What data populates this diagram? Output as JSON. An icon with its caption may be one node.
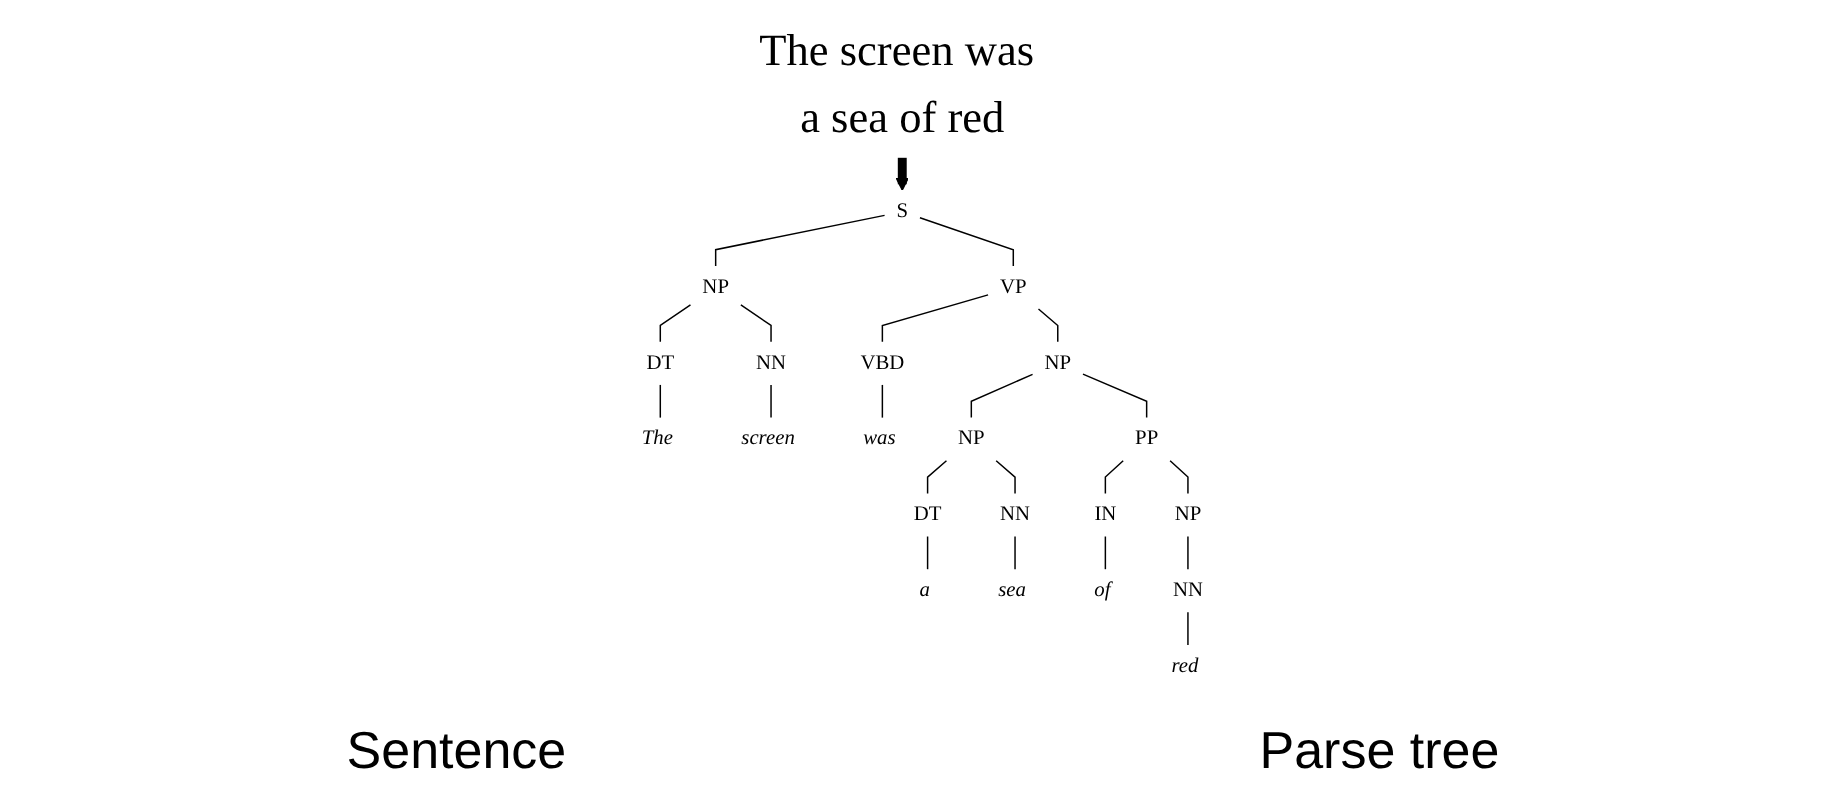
{
  "diagram": {
    "nodes": [
      {
        "text": [
          "The screen was a sea of red"
        ]
      },
      {
        "text": [
          "S"
        ]
      },
      {
        "text": [
          "NP"
        ]
      },
      {
        "text": [
          "VP"
        ]
      },
      {
        "text": [
          "DT"
        ]
      },
      {
        "text": [
          "NN"
        ]
      },
      {
        "text": [
          "VBD"
        ]
      },
      {
        "text": [
          "NP"
        ]
      },
      {
        "text": [
          "The"
        ]
      },
      {
        "text": [
          "screen"
        ]
      },
      {
        "text": [
          "was"
        ]
      },
      {
        "text": [
          "NP"
        ]
      },
      {
        "text": [
          "PP"
        ]
      },
      {
        "text": [
          "DT"
        ]
      },
      {
        "text": [
          "NN"
        ]
      },
      {
        "text": [
          "IN"
        ]
      },
      {
        "text": [
          "NP"
        ]
      },
      {
        "text": [
          "a"
        ]
      },
      {
        "text": [
          "sea"
        ]
      },
      {
        "text": [
          "of"
        ]
      },
      {
        "text": [
          "NN"
        ]
      },
      {
        "text": [
          "red"
        ]
      }
    ],
    "edges": [
      {
        "from": 0,
        "to": 1,
        "arrow": "to",
        "style": "thick"
      },
      {
        "from": 1,
        "to": 2,
        "arrow": "none"
      },
      {
        "from": 1,
        "to": 3,
        "arrow": "none"
      },
      {
        "from": 2,
        "to": 4,
        "arrow": "none"
      },
      {
        "from": 2,
        "to": 5,
        "arrow": "none"
      },
      {
        "from": 3,
        "to": 6,
        "arrow": "none"
      },
      {
        "from": 3,
        "to": 7,
        "arrow": "none"
      },
      {
        "from": 4,
        "to": 8,
        "arrow": "none"
      },
      {
        "from": 5,
        "to": 9,
        "arrow": "none"
      },
      {
        "from": 6,
        "to": 10,
        "arrow": "none"
      },
      {
        "from": 7,
        "to": 11,
        "arrow": "none"
      },
      {
        "from": 7,
        "to": 12,
        "arrow": "none"
      },
      {
        "from": 11,
        "to": 13,
        "arrow": "none"
      },
      {
        "from": 11,
        "to": 14,
        "arrow": "none"
      },
      {
        "from": 12,
        "to": 15,
        "arrow": "none"
      },
      {
        "from": 12,
        "to": 16,
        "arrow": "none"
      },
      {
        "from": 13,
        "to": 17,
        "arrow": "none"
      },
      {
        "from": 14,
        "to": 18,
        "arrow": "none"
      },
      {
        "from": 15,
        "to": 19,
        "arrow": "none"
      },
      {
        "from": 16,
        "to": 20,
        "arrow": "none"
      },
      {
        "from": 20,
        "to": 21,
        "arrow": "none"
      }
    ],
    "labels": [
      "Sentence",
      "Parse tree"
    ]
  }
}
